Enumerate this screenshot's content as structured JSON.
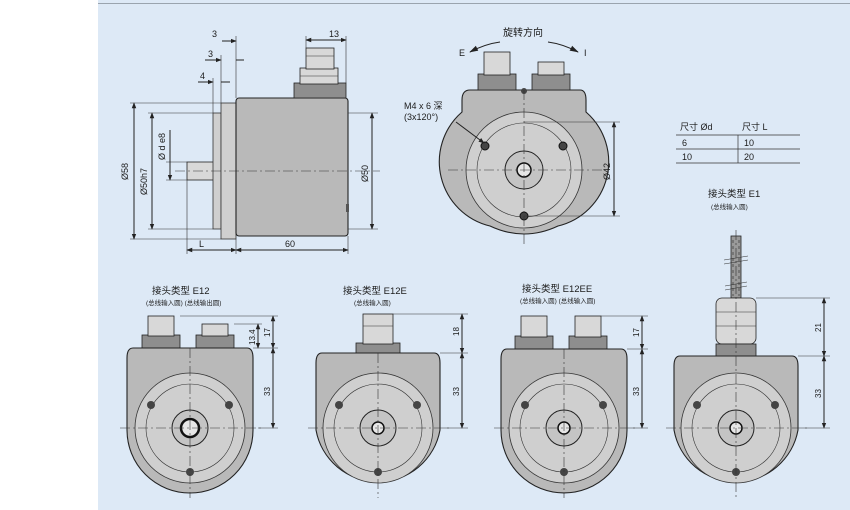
{
  "side_view": {
    "dims": {
      "d58": "Ø58",
      "d50h7": "Ø50h7",
      "dd": "Ø d e8",
      "d50": "Ø50",
      "len60": "60",
      "lenL": "L",
      "t13": "13",
      "t3a": "3",
      "t3b": "3",
      "t4": "4"
    }
  },
  "front_view": {
    "rotation_label": "旋转方向",
    "dir_e": "E",
    "dir_i": "I",
    "thread_line1": "M4 x 6 深",
    "thread_line2": "(3x120°)",
    "d42": "Ø42"
  },
  "size_table": {
    "header_d": "尺寸 Ød",
    "header_l": "尺寸 L",
    "rows": [
      {
        "d": "6",
        "l": "10"
      },
      {
        "d": "10",
        "l": "20"
      }
    ]
  },
  "variants": [
    {
      "title": "接头类型 E12",
      "subtitle": "(总线输入圆)  (总线输出圆)",
      "dim_top": "17",
      "dim_top2": "13.4",
      "dim_body": "33"
    },
    {
      "title": "接头类型 E12E",
      "subtitle": "(总线输入圆)",
      "dim_top": "18",
      "dim_body": "33"
    },
    {
      "title": "接头类型 E12EE",
      "subtitle": "(总线输入圆)  (总线输入圆)",
      "dim_top": "17",
      "dim_body": "33"
    },
    {
      "title": "接头类型 E1",
      "subtitle": "(总线输入圆)",
      "dim_top": "21",
      "dim_body": "33"
    }
  ]
}
